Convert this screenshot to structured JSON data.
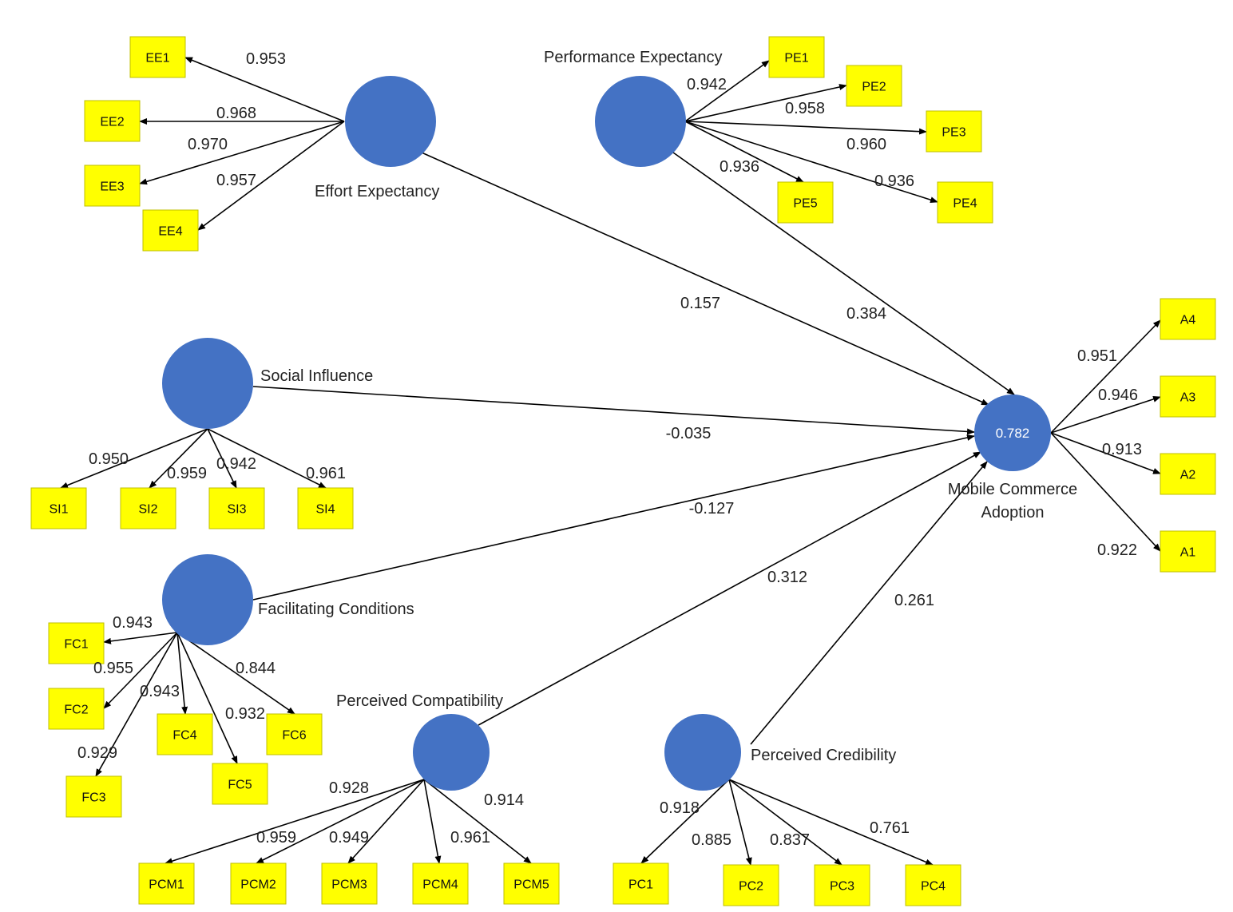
{
  "colors": {
    "construct_fill": "#4472C4",
    "indicator_fill": "#FFFF00",
    "indicator_stroke": "#BFBF00",
    "line": "#000000",
    "text": "#222222",
    "r2_text": "#ffffff"
  },
  "constructs": [
    {
      "id": "EE",
      "label_lines": [
        "Effort Expectancy"
      ]
    },
    {
      "id": "PE",
      "label_lines": [
        "Performance Expectancy"
      ]
    },
    {
      "id": "SI",
      "label_lines": [
        "Social Influence"
      ]
    },
    {
      "id": "FC",
      "label_lines": [
        "Facilitating Conditions"
      ]
    },
    {
      "id": "PCM",
      "label_lines": [
        "Perceived Compatibility"
      ]
    },
    {
      "id": "PC",
      "label_lines": [
        "Perceived Credibility"
      ]
    },
    {
      "id": "MCA",
      "label_lines": [
        "Mobile Commerce",
        "Adoption"
      ],
      "r_squared": "0.782"
    }
  ],
  "indicators": [
    {
      "id": "EE1",
      "label": "EE1"
    },
    {
      "id": "EE2",
      "label": "EE2"
    },
    {
      "id": "EE3",
      "label": "EE3"
    },
    {
      "id": "EE4",
      "label": "EE4"
    },
    {
      "id": "PE1",
      "label": "PE1"
    },
    {
      "id": "PE2",
      "label": "PE2"
    },
    {
      "id": "PE3",
      "label": "PE3"
    },
    {
      "id": "PE4",
      "label": "PE4"
    },
    {
      "id": "PE5",
      "label": "PE5"
    },
    {
      "id": "SI1",
      "label": "SI1"
    },
    {
      "id": "SI2",
      "label": "SI2"
    },
    {
      "id": "SI3",
      "label": "SI3"
    },
    {
      "id": "SI4",
      "label": "SI4"
    },
    {
      "id": "FC1",
      "label": "FC1"
    },
    {
      "id": "FC2",
      "label": "FC2"
    },
    {
      "id": "FC3",
      "label": "FC3"
    },
    {
      "id": "FC4",
      "label": "FC4"
    },
    {
      "id": "FC5",
      "label": "FC5"
    },
    {
      "id": "FC6",
      "label": "FC6"
    },
    {
      "id": "PCM1",
      "label": "PCM1"
    },
    {
      "id": "PCM2",
      "label": "PCM2"
    },
    {
      "id": "PCM3",
      "label": "PCM3"
    },
    {
      "id": "PCM4",
      "label": "PCM4"
    },
    {
      "id": "PCM5",
      "label": "PCM5"
    },
    {
      "id": "PC1",
      "label": "PC1"
    },
    {
      "id": "PC2",
      "label": "PC2"
    },
    {
      "id": "PC3",
      "label": "PC3"
    },
    {
      "id": "PC4",
      "label": "PC4"
    },
    {
      "id": "A1",
      "label": "A1"
    },
    {
      "id": "A2",
      "label": "A2"
    },
    {
      "id": "A3",
      "label": "A3"
    },
    {
      "id": "A4",
      "label": "A4"
    }
  ],
  "loadings": [
    {
      "from": "EE",
      "to": "EE1",
      "value": "0.953"
    },
    {
      "from": "EE",
      "to": "EE2",
      "value": "0.968"
    },
    {
      "from": "EE",
      "to": "EE3",
      "value": "0.970"
    },
    {
      "from": "EE",
      "to": "EE4",
      "value": "0.957"
    },
    {
      "from": "PE",
      "to": "PE1",
      "value": "0.942"
    },
    {
      "from": "PE",
      "to": "PE2",
      "value": "0.958"
    },
    {
      "from": "PE",
      "to": "PE3",
      "value": "0.960"
    },
    {
      "from": "PE",
      "to": "PE4",
      "value": "0.936"
    },
    {
      "from": "PE",
      "to": "PE5",
      "value": "0.936"
    },
    {
      "from": "SI",
      "to": "SI1",
      "value": "0.950"
    },
    {
      "from": "SI",
      "to": "SI2",
      "value": "0.959"
    },
    {
      "from": "SI",
      "to": "SI3",
      "value": "0.942"
    },
    {
      "from": "SI",
      "to": "SI4",
      "value": "0.961"
    },
    {
      "from": "FC",
      "to": "FC1",
      "value": "0.943"
    },
    {
      "from": "FC",
      "to": "FC2",
      "value": "0.955"
    },
    {
      "from": "FC",
      "to": "FC3",
      "value": "0.929"
    },
    {
      "from": "FC",
      "to": "FC4",
      "value": "0.943"
    },
    {
      "from": "FC",
      "to": "FC5",
      "value": "0.932"
    },
    {
      "from": "FC",
      "to": "FC6",
      "value": "0.844"
    },
    {
      "from": "PCM",
      "to": "PCM1",
      "value": "0.928"
    },
    {
      "from": "PCM",
      "to": "PCM2",
      "value": "0.959"
    },
    {
      "from": "PCM",
      "to": "PCM3",
      "value": "0.949"
    },
    {
      "from": "PCM",
      "to": "PCM4",
      "value": "0.961"
    },
    {
      "from": "PCM",
      "to": "PCM5",
      "value": "0.914"
    },
    {
      "from": "PC",
      "to": "PC1",
      "value": "0.918"
    },
    {
      "from": "PC",
      "to": "PC2",
      "value": "0.885"
    },
    {
      "from": "PC",
      "to": "PC3",
      "value": "0.837"
    },
    {
      "from": "PC",
      "to": "PC4",
      "value": "0.761"
    },
    {
      "from": "MCA",
      "to": "A4",
      "value": "0.951"
    },
    {
      "from": "MCA",
      "to": "A3",
      "value": "0.946"
    },
    {
      "from": "MCA",
      "to": "A2",
      "value": "0.913"
    },
    {
      "from": "MCA",
      "to": "A1",
      "value": "0.922"
    }
  ],
  "paths": [
    {
      "from": "EE",
      "to": "MCA",
      "value": "0.157"
    },
    {
      "from": "PE",
      "to": "MCA",
      "value": "0.384"
    },
    {
      "from": "SI",
      "to": "MCA",
      "value": "-0.035"
    },
    {
      "from": "FC",
      "to": "MCA",
      "value": "-0.127"
    },
    {
      "from": "PCM",
      "to": "MCA",
      "value": "0.312"
    },
    {
      "from": "PC",
      "to": "MCA",
      "value": "0.261"
    }
  ]
}
